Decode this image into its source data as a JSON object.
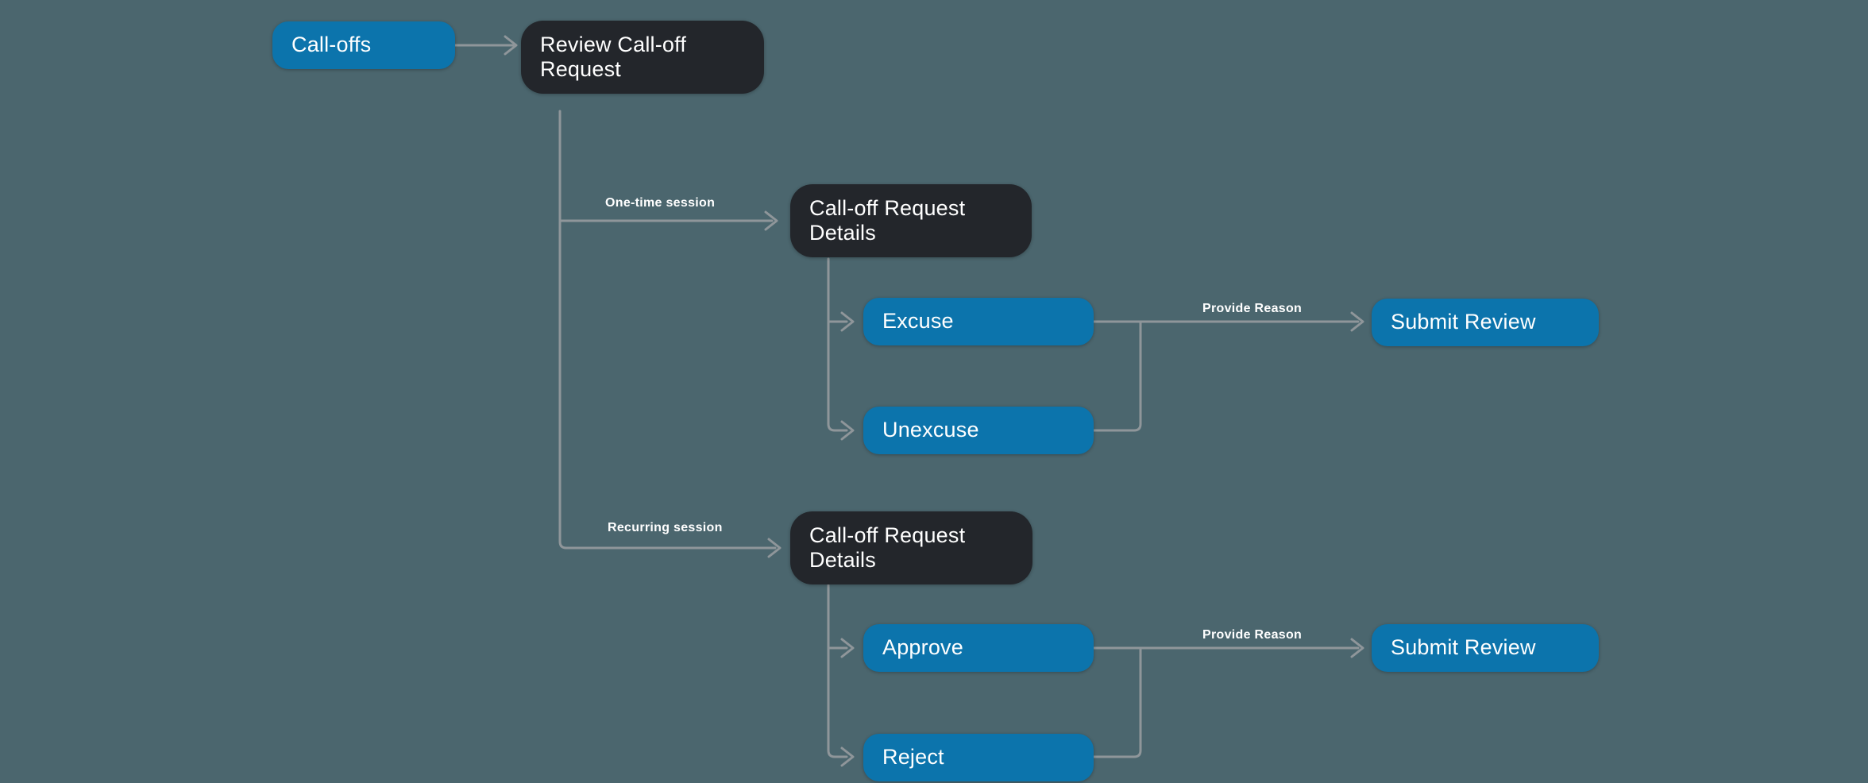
{
  "diagram": {
    "background_color": "#4B666E",
    "colors": {
      "primary_node": "#0C74AC",
      "dark_node": "#23262B",
      "connector": "#8F969A",
      "text": "#FFFFFF"
    },
    "nodes": [
      {
        "id": "call-offs",
        "label": "Call-offs",
        "type": "primary"
      },
      {
        "id": "review-call-off-request",
        "label": "Review Call-off Request",
        "type": "dark"
      },
      {
        "id": "call-off-request-details-one-time",
        "label": "Call-off Request Details",
        "type": "dark"
      },
      {
        "id": "excuse",
        "label": "Excuse",
        "type": "primary"
      },
      {
        "id": "unexcuse",
        "label": "Unexcuse",
        "type": "primary"
      },
      {
        "id": "submit-review-one-time",
        "label": "Submit Review",
        "type": "primary"
      },
      {
        "id": "call-off-request-details-recurring",
        "label": "Call-off Request Details",
        "type": "dark"
      },
      {
        "id": "approve",
        "label": "Approve",
        "type": "primary"
      },
      {
        "id": "submit-review-recurring",
        "label": "Submit Review",
        "type": "primary"
      },
      {
        "id": "reject",
        "label": "Reject",
        "type": "primary"
      }
    ],
    "edge_labels": [
      {
        "id": "one-time-session",
        "text": "One-time session"
      },
      {
        "id": "provide-reason-one-time",
        "text": "Provide Reason"
      },
      {
        "id": "recurring-session",
        "text": "Recurring session"
      },
      {
        "id": "provide-reason-recurring",
        "text": "Provide Reason"
      }
    ]
  }
}
